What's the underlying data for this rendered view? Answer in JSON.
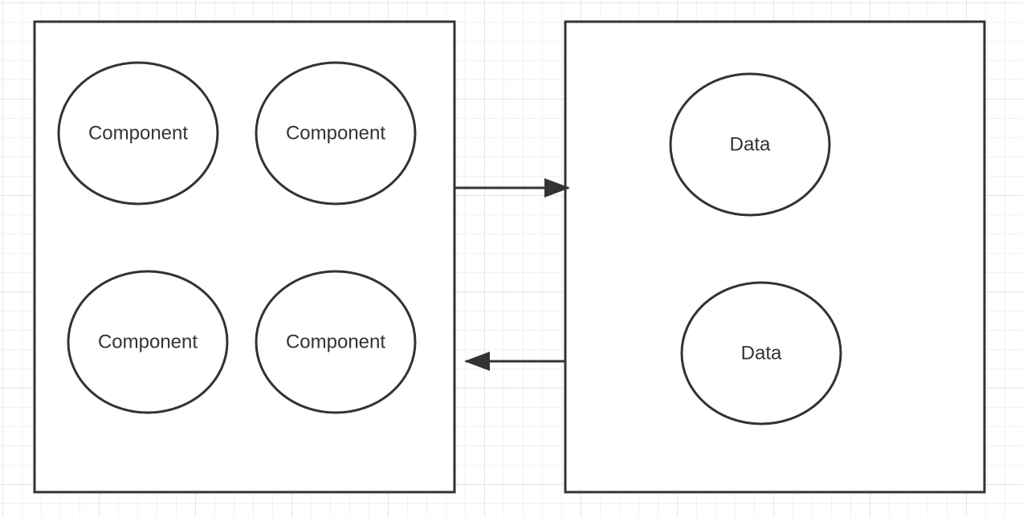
{
  "colors": {
    "stroke": "#333333",
    "fill": "#ffffff",
    "text": "#333333"
  },
  "left_container": {
    "components": [
      {
        "label": "Component"
      },
      {
        "label": "Component"
      },
      {
        "label": "Component"
      },
      {
        "label": "Component"
      }
    ]
  },
  "right_container": {
    "data_nodes": [
      {
        "label": "Data"
      },
      {
        "label": "Data"
      }
    ]
  },
  "connectors": [
    {
      "from": "left_container",
      "to": "right_container",
      "direction": "right"
    },
    {
      "from": "right_container",
      "to": "left_container",
      "direction": "left"
    }
  ]
}
